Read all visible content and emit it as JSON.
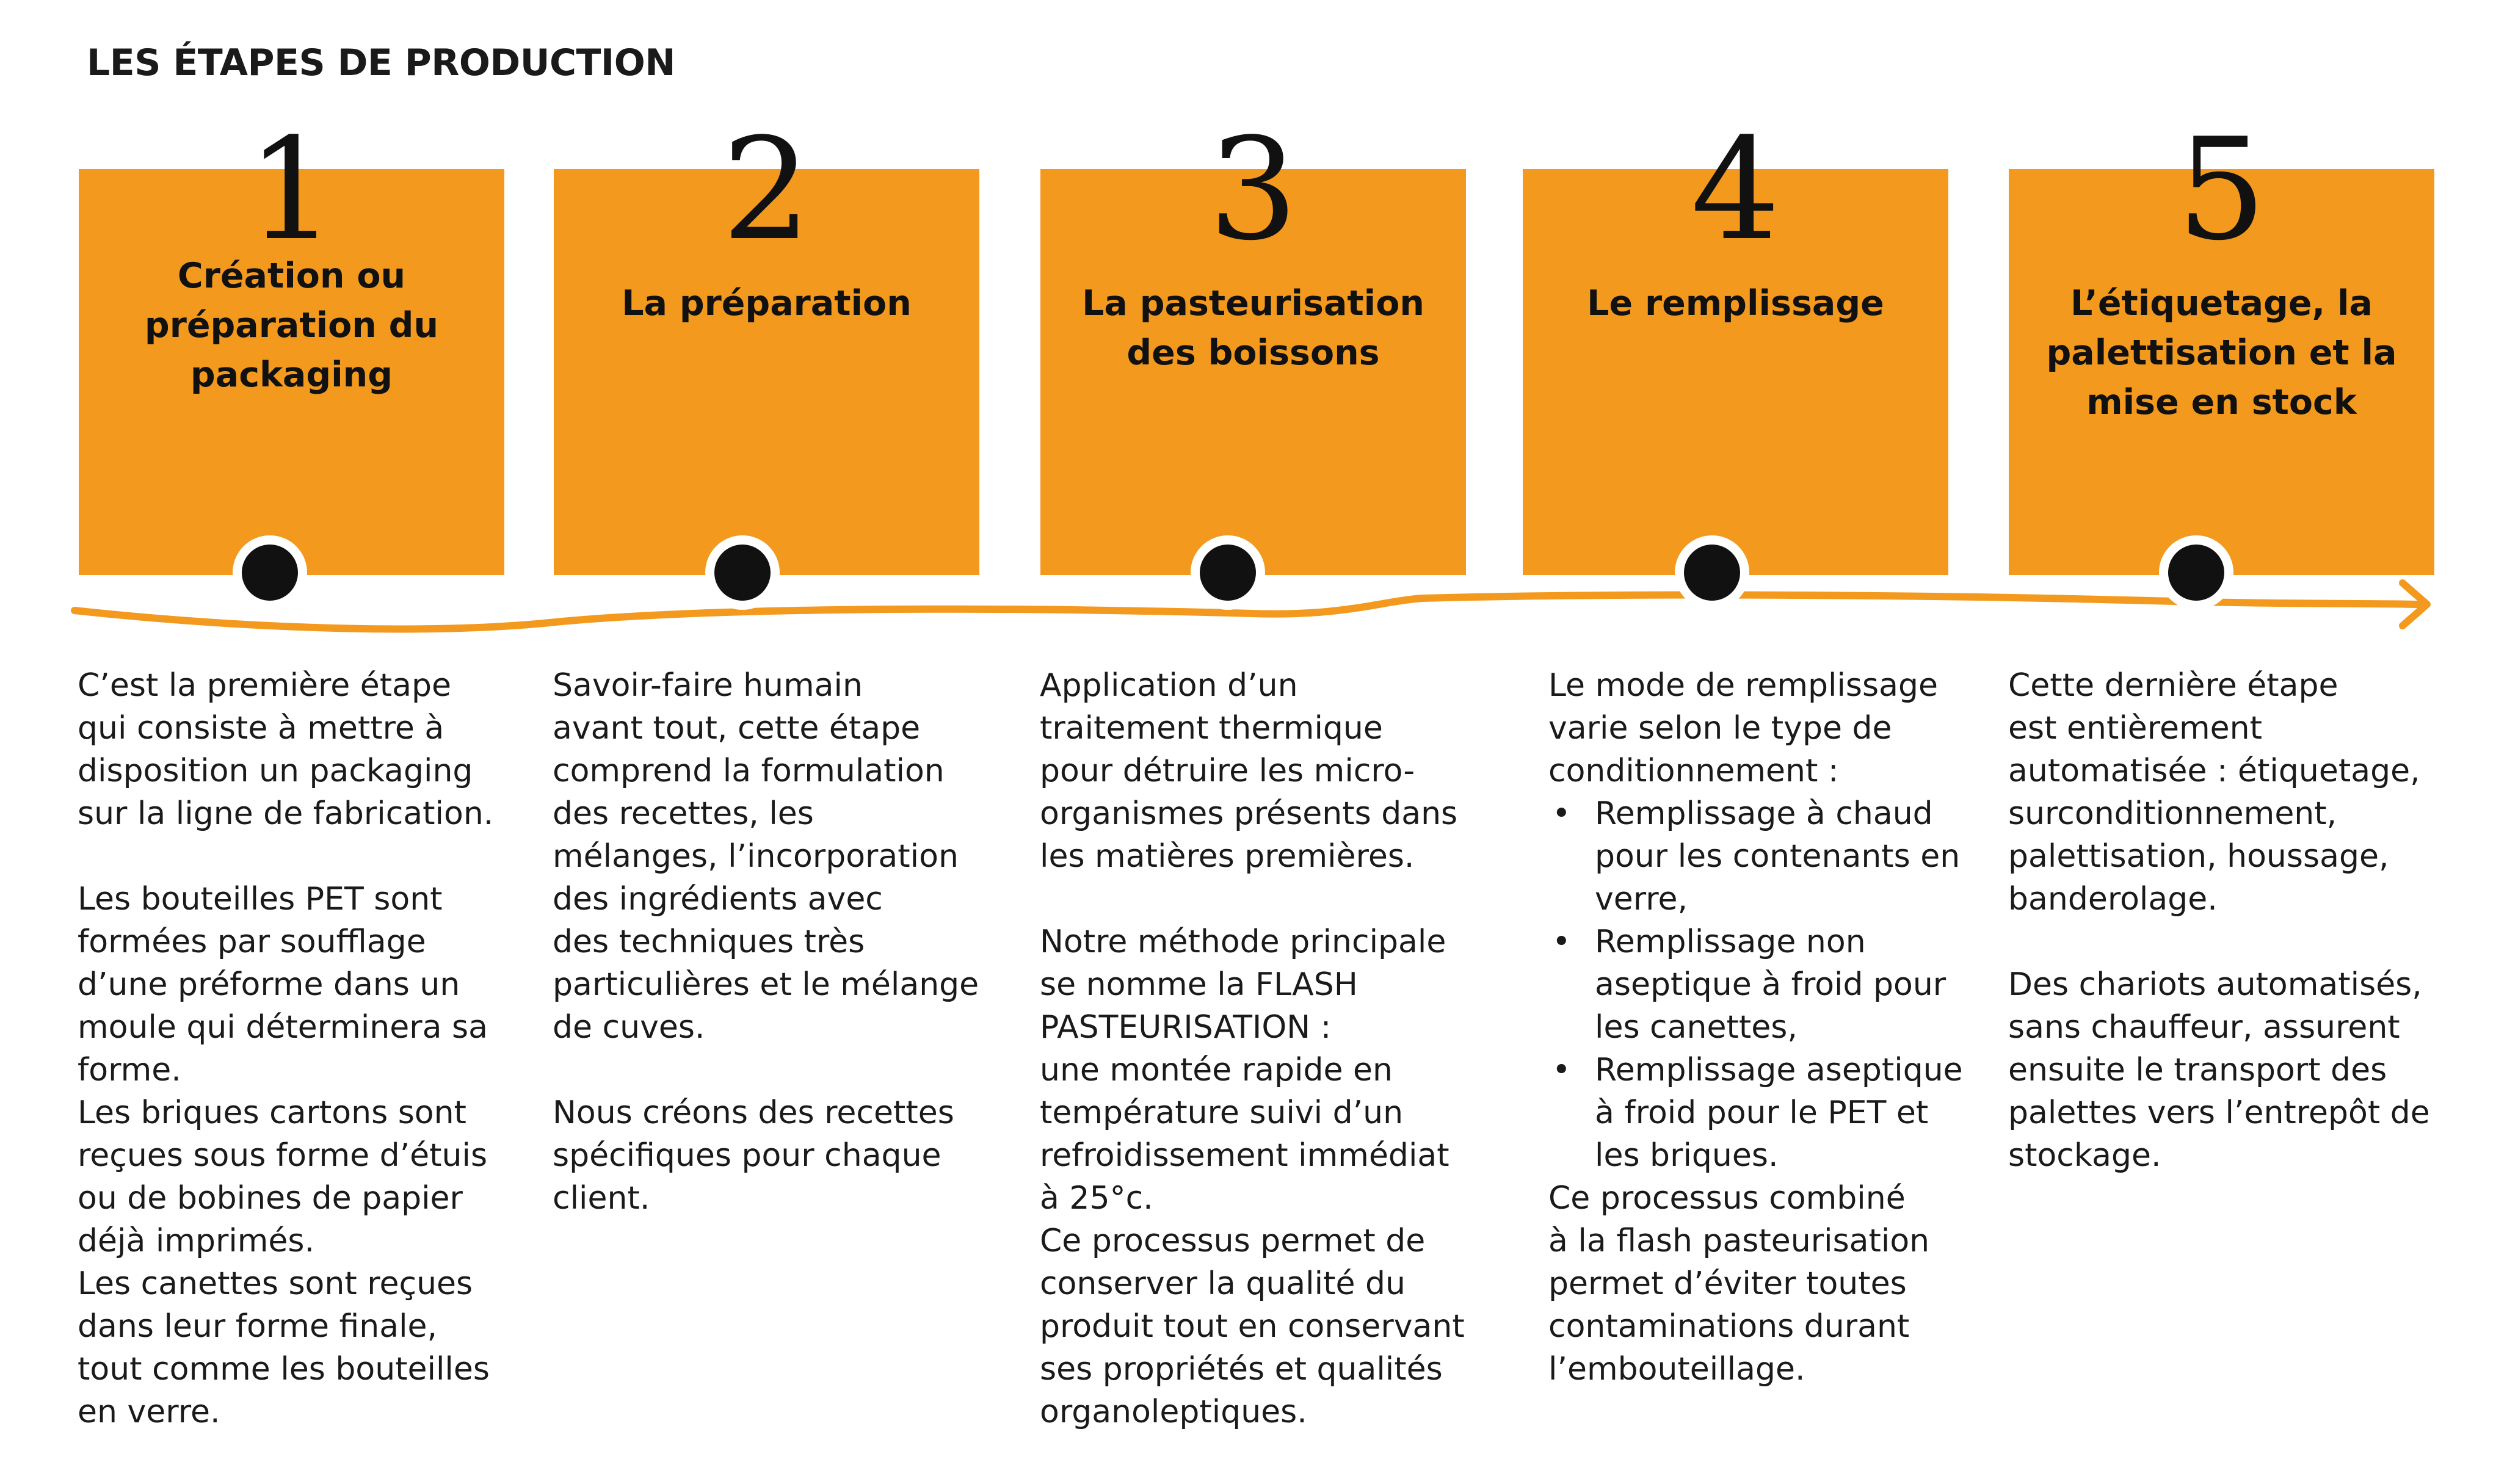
{
  "title": "LES ÉTAPES DE PRODUCTION",
  "colors": {
    "box": "#f39a1e",
    "timeline": "#f39a1e",
    "node": "#111111"
  },
  "steps": [
    {
      "number": "1",
      "title": "Création ou\npréparation du\npackaging",
      "paragraphs": [
        "C’est la première étape\nqui consiste à mettre à\ndisposition un packaging\nsur la ligne de fabrication.",
        "",
        "Les bouteilles PET sont\nformées par soufflage\nd’une préforme dans un\nmoule qui déterminera sa\nforme.",
        "Les briques cartons sont\nreçues sous forme d’étuis\nou de bobines de papier\ndéjà imprimés.",
        "Les canettes sont reçues\ndans leur forme finale,\ntout comme les bouteilles\nen verre."
      ]
    },
    {
      "number": "2",
      "title": "La préparation",
      "paragraphs": [
        "Savoir-faire humain\navant tout, cette étape\ncomprend la formulation\ndes recettes, les\nmélanges, l’incorporation\ndes ingrédients avec\ndes techniques très\nparticulières et le mélange\nde cuves.",
        "",
        "Nous créons des recettes\nspécifiques pour chaque\nclient."
      ]
    },
    {
      "number": "3",
      "title": "La pasteurisation\ndes boissons",
      "paragraphs": [
        "Application d’un\ntraitement thermique\npour détruire les micro-\norganismes présents dans\nles matières premières.",
        "",
        "Notre méthode principale\nse nomme la FLASH\nPASTEURISATION :\nune montée rapide en\ntempérature suivi d’un\nrefroidissement immédiat\nà 25°c.",
        "Ce processus permet de\nconserver la qualité du\nproduit tout en conservant\nses propriétés et qualités\norganoleptiques."
      ]
    },
    {
      "number": "4",
      "title": "Le remplissage",
      "intro": "Le mode de remplissage\nvarie selon le type de\nconditionnement :",
      "bullets": [
        "Remplissage à chaud\npour les contenants en\nverre,",
        "Remplissage non\naseptique à froid pour\nles canettes,",
        "Remplissage aseptique\nà froid pour le PET et\nles briques."
      ],
      "outro": "Ce processus combiné\nà la flash pasteurisation\npermet d’éviter toutes\ncontaminations durant\nl’embouteillage."
    },
    {
      "number": "5",
      "title": "L’étiquetage, la\npalettisation et la\nmise en stock",
      "paragraphs": [
        "Cette dernière étape\nest entièrement\nautomatisée : étiquetage,\nsurconditionnement,\npalettisation, houssage,\nbanderolage.",
        "",
        "Des chariots automatisés,\nsans chauffeur, assurent\nensuite le transport des\npalettes vers l’entrepôt de\nstockage."
      ]
    }
  ]
}
